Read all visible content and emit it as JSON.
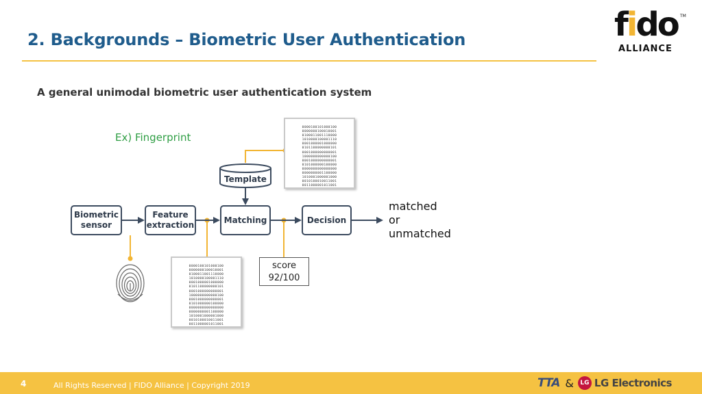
{
  "slide": {
    "title": "2. Backgrounds – Biometric User Authentication",
    "subtitle": "A general unimodal biometric user authentication system",
    "example_label": "Ex) Fingerprint"
  },
  "logo": {
    "word_f": "f",
    "word_i": "i",
    "word_do": "do",
    "alliance": "ALLIANCE",
    "tm": "TM"
  },
  "diagram": {
    "boxes": {
      "biometric_sensor": [
        "Biometric",
        "sensor"
      ],
      "feature_extraction": [
        "Feature",
        "extraction"
      ],
      "matching": "Matching",
      "decision": "Decision",
      "template": "Template"
    },
    "outcome": [
      "matched",
      "or",
      "unmatched"
    ],
    "score": [
      "score",
      "92/100"
    ],
    "template_binary": [
      "0000100101000100",
      "0000000100010001",
      "0100011001110000",
      "1010000100001110",
      "0001000001000000",
      "0101100000000101",
      "0001000000000001",
      "1000000000000100",
      "0001000000000001",
      "0101000000100000",
      "0000000000000000",
      "0000000001100000",
      "1010001000001000",
      "0010100010011001",
      "0011000001011001",
      "0100000001000000"
    ],
    "feature_binary": [
      "0000100101000100",
      "0000000100010001",
      "0100011001110000",
      "1010000100001110",
      "0001000001000000",
      "0101100000000101",
      "0001000000000001",
      "1000000000000100",
      "0001000000000001",
      "0101000000100000",
      "0000000000000000",
      "0000000001100000",
      "1010001000001000",
      "0010100010011001",
      "0011000001011001",
      "0100000001000000"
    ]
  },
  "footer": {
    "page_number": "4",
    "text": "All Rights Reserved | FIDO Alliance | Copyright 2019",
    "partner_tta": "TTA",
    "partner_amp": "&",
    "partner_lg_mark": "LG",
    "partner_lg": "LG Electronics"
  },
  "colors": {
    "title": "#1f5c8c",
    "accent": "#f5c242",
    "connector": "#f2b533",
    "arrow": "#3b4a5e",
    "example": "#2f9e44"
  }
}
